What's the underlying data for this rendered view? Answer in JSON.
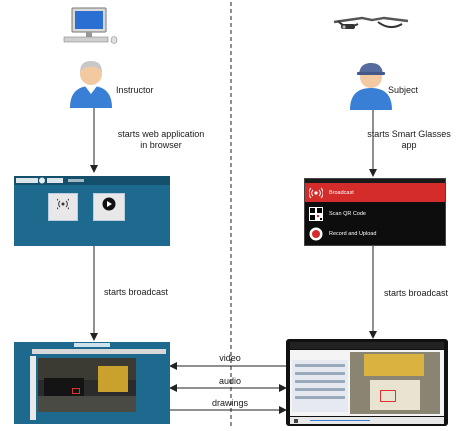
{
  "instructor": {
    "role": "Instructor",
    "step1": "starts web application\nin browser",
    "step2": "starts broadcast",
    "webapp": {
      "brand": "",
      "menu_text": ""
    }
  },
  "subject": {
    "role": "Subject",
    "step1": "starts Smart Glasses\napp",
    "step2": "starts broadcast",
    "app_menu": [
      "Broadcast",
      "Scan QR Code",
      "Record and Upload"
    ]
  },
  "streams": [
    "video",
    "audio",
    "drawings"
  ],
  "colors": {
    "panel_blue": "#1e6a8e",
    "menu_red": "#d42b2b",
    "phone_black": "#0d0d0d",
    "line": "#222222"
  },
  "icons": [
    "computer-icon",
    "smart-glasses-icon",
    "person-icon",
    "broadcast-icon",
    "play-icon",
    "qr-code-icon",
    "record-icon"
  ]
}
